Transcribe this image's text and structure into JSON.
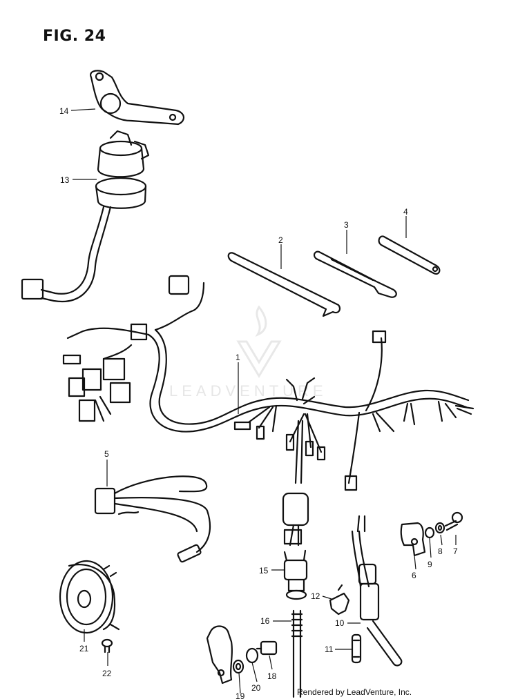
{
  "figure_title": "FIG. 24",
  "credit": "Rendered by LeadVenture, Inc.",
  "watermark_text": "LEADVENTURE",
  "callouts": [
    {
      "id": "c14",
      "label": "14"
    },
    {
      "id": "c13",
      "label": "13"
    },
    {
      "id": "c2",
      "label": "2"
    },
    {
      "id": "c3",
      "label": "3"
    },
    {
      "id": "c4",
      "label": "4"
    },
    {
      "id": "c1",
      "label": "1"
    },
    {
      "id": "c5",
      "label": "5"
    },
    {
      "id": "c7",
      "label": "7"
    },
    {
      "id": "c8",
      "label": "8"
    },
    {
      "id": "c9",
      "label": "9"
    },
    {
      "id": "c6",
      "label": "6"
    },
    {
      "id": "c15",
      "label": "15"
    },
    {
      "id": "c12",
      "label": "12"
    },
    {
      "id": "c16",
      "label": "16"
    },
    {
      "id": "c10",
      "label": "10"
    },
    {
      "id": "c11",
      "label": "11"
    },
    {
      "id": "c21",
      "label": "21"
    },
    {
      "id": "c22",
      "label": "22"
    },
    {
      "id": "c19",
      "label": "19"
    },
    {
      "id": "c20",
      "label": "20"
    },
    {
      "id": "c18",
      "label": "18"
    }
  ]
}
